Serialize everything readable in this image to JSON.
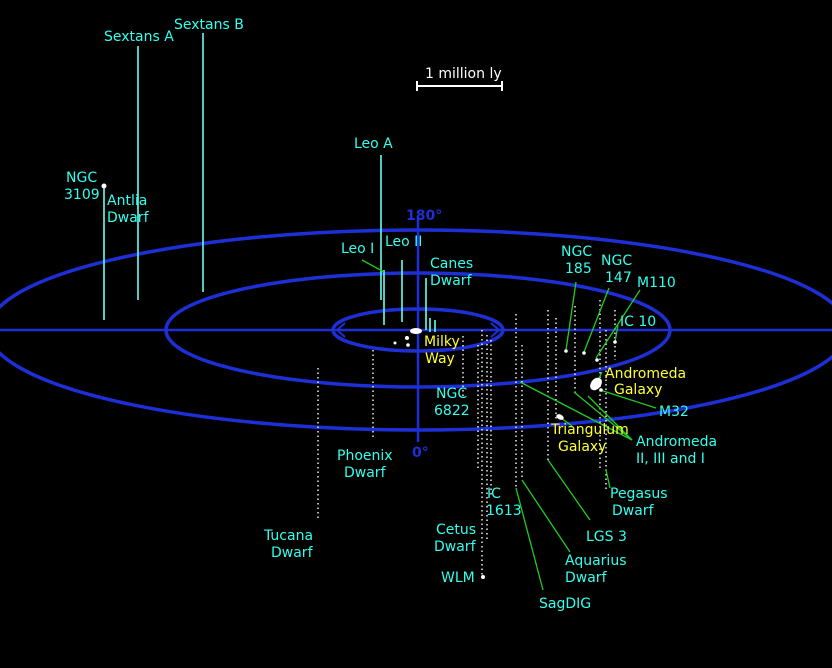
{
  "colors": {
    "background": "#000000",
    "rings": "#1e2fd6",
    "cyan_label": "#33ffee",
    "yellow_label": "#ffff33",
    "leader_line": "#22cc22",
    "stem": "#66ffee",
    "dots": "#ffffff"
  },
  "scale_bar": {
    "label": "1 million ly"
  },
  "angles": {
    "top": "180°",
    "bottom": "0°"
  },
  "galaxies": {
    "sextans_a": "Sextans A",
    "sextans_b": "Sextans B",
    "ngc3109_1": "NGC",
    "ngc3109_2": "3109",
    "antlia_1": "Antlia",
    "antlia_2": "Dwarf",
    "leo_a": "Leo A",
    "leo_i": "Leo I",
    "leo_ii": "Leo II",
    "canes_1": "Canes",
    "canes_2": "Dwarf",
    "milky_1": "Milky",
    "milky_2": "Way",
    "ngc185_1": "NGC",
    "ngc185_2": "185",
    "ngc147_1": "NGC",
    "ngc147_2": "147",
    "m110": "M110",
    "ic10": "IC 10",
    "andromeda_1": "Andromeda",
    "andromeda_2": "Galaxy",
    "m32": "M32",
    "andromeda_sat_1": "Andromeda",
    "andromeda_sat_2": "II, III and I",
    "triangulum_1": "Triangulum",
    "triangulum_2": "Galaxy",
    "ngc6822_1": "NGC",
    "ngc6822_2": "6822",
    "phoenix_1": "Phoenix",
    "phoenix_2": "Dwarf",
    "tucana_1": "Tucana",
    "tucana_2": "Dwarf",
    "ic1613_1": "IC",
    "ic1613_2": "1613",
    "cetus_1": "Cetus",
    "cetus_2": "Dwarf",
    "wlm": "WLM",
    "pegasus_1": "Pegasus",
    "pegasus_2": "Dwarf",
    "lgs3": "LGS 3",
    "aquarius_1": "Aquarius",
    "aquarius_2": "Dwarf",
    "sagdig": "SagDIG"
  }
}
